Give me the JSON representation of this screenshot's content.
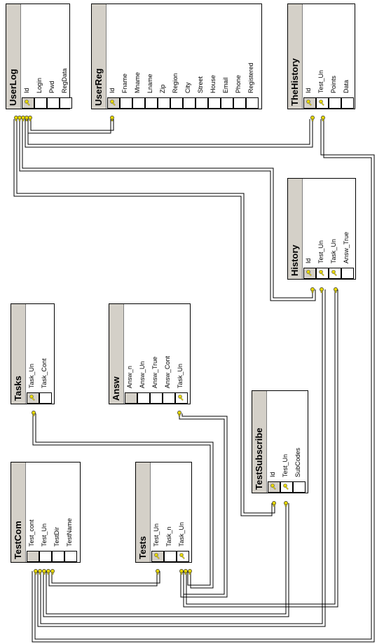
{
  "tables": [
    {
      "id": "UserLog",
      "title": "UserLog",
      "columns": [
        "Id",
        "Login",
        "Pwd",
        "RegData"
      ],
      "keys": [
        "Id"
      ]
    },
    {
      "id": "UserReg",
      "title": "UserReg",
      "columns": [
        "Id",
        "Fname",
        "Mname",
        "Lname",
        "Zip",
        "Region",
        "City",
        "Street",
        "House",
        "Email",
        "Phone",
        "Registered"
      ],
      "keys": [
        "Id"
      ]
    },
    {
      "id": "TheHistory",
      "title": "TheHistory",
      "columns": [
        "Id",
        "Test_Un",
        "Points",
        "Data"
      ],
      "keys": [
        "Id",
        "Test_Un"
      ]
    },
    {
      "id": "History",
      "title": "History",
      "columns": [
        "Id",
        "Test_Un",
        "Task_Un",
        "Answ_True"
      ],
      "keys": [
        "Id",
        "Test_Un",
        "Task_Un"
      ]
    },
    {
      "id": "Tasks",
      "title": "Tasks",
      "columns": [
        "Task_Un",
        "Task_Cont"
      ],
      "keys": [
        "Task_Un"
      ]
    },
    {
      "id": "Answ",
      "title": "Answ",
      "columns": [
        "Answ_n",
        "Answ_Un",
        "Answ_True",
        "Answ_Cont",
        "Task_Un"
      ],
      "keys": [
        "Task_Un"
      ]
    },
    {
      "id": "TestSubscribe",
      "title": "TestSubscribe",
      "columns": [
        "Id",
        "Test_Un",
        "SubCodes"
      ],
      "keys": [
        "Id",
        "Test_Un"
      ]
    },
    {
      "id": "TestCom",
      "title": "TestCom",
      "columns": [
        "Test_cont",
        "Test_Un",
        "TestDir",
        "TestName"
      ],
      "keys": []
    },
    {
      "id": "Tests",
      "title": "Tests",
      "columns": [
        "Test_Un",
        "Task_n",
        "Task_Un"
      ],
      "keys": [
        "Test_Un",
        "Task_Un"
      ]
    }
  ],
  "colors": {
    "titlebar": "#d4d0c8",
    "line": "#000000",
    "key": "#e8d800"
  }
}
